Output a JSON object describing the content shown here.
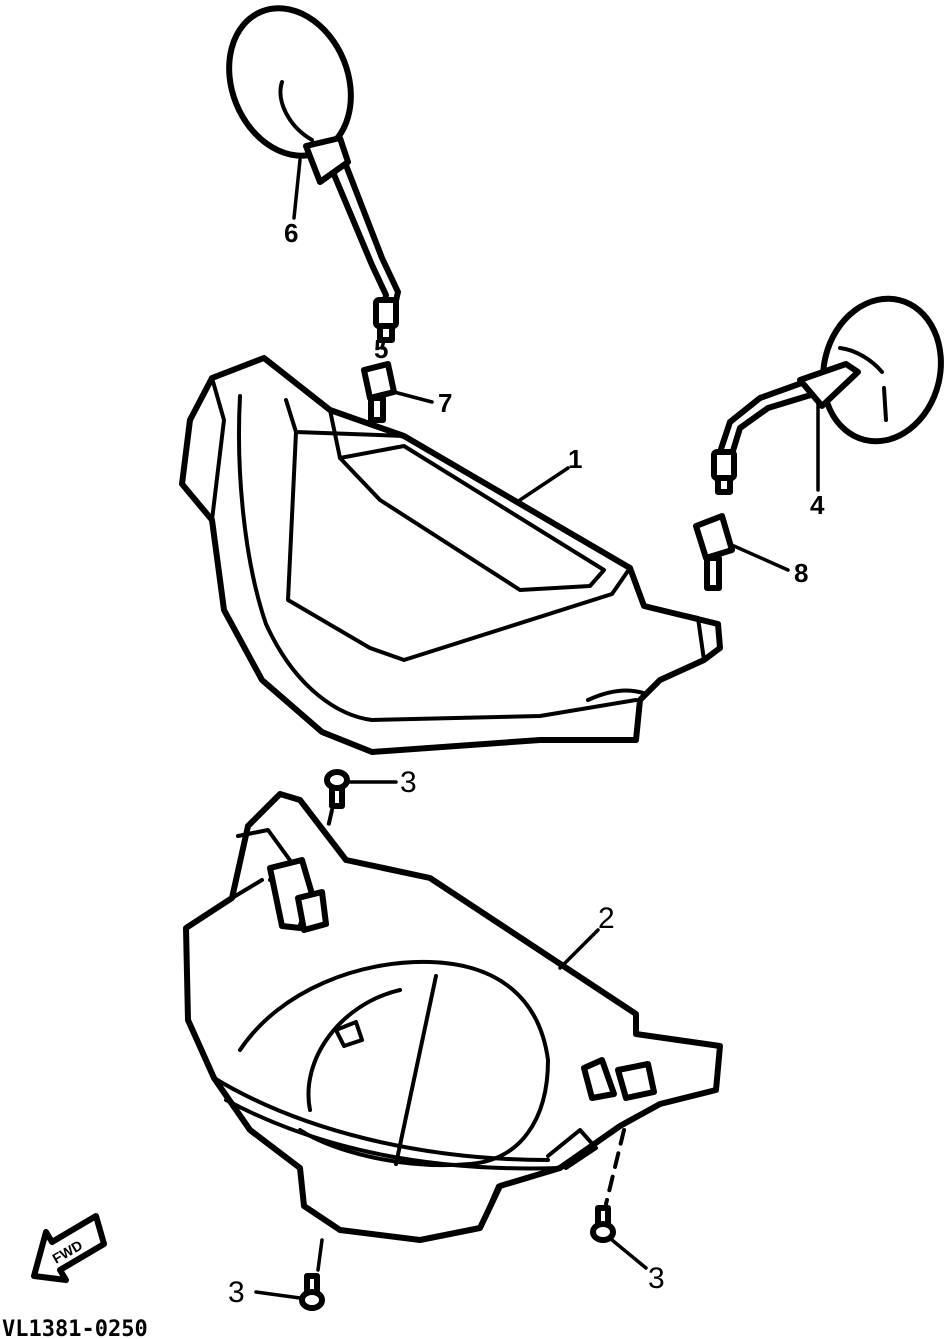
{
  "callouts": {
    "c1": "1",
    "c2": "2",
    "c3a": "3",
    "c3b": "3",
    "c3c": "3",
    "c4": "4",
    "c5": "5",
    "c6": "6",
    "c7": "7",
    "c8": "8"
  },
  "direction_badge": "FWD",
  "drawing_code": "VL1381-0250"
}
